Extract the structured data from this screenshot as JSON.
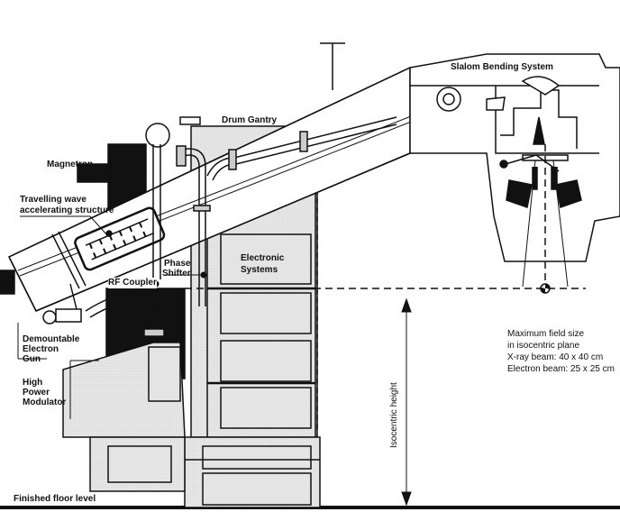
{
  "diagram": {
    "title": "Linear accelerator cross-section",
    "labels": {
      "slalom": "Slalom Bending System",
      "drum_gantry": "Drum Gantry",
      "magnetron": "Magnetron",
      "twas_line1": "Travelling wave",
      "twas_line2": "accelerating structure",
      "phase_line1": "Phase",
      "phase_line2": "Shifter",
      "electronic_line1": "Electronic",
      "electronic_line2": "Systems",
      "rf_coupler": "RF Coupler",
      "gun_line1": "Demountable",
      "gun_line2": "Electron",
      "gun_line3": "Gun",
      "hpm_line1": "High",
      "hpm_line2": "Power",
      "hpm_line3": "Modulator",
      "isocentric_height": "Isocentric height",
      "floor": "Finished floor level"
    },
    "field_size_note": {
      "line1": "Maximum field size",
      "line2": "in isocentric plane",
      "line3": "X-ray beam: 40 x 40 cm",
      "line4": "Electron beam:  25 x 25 cm"
    },
    "colors": {
      "ink": "#111111",
      "shade": "#e4e4e4",
      "shade_dark": "#cfcfcf"
    }
  }
}
